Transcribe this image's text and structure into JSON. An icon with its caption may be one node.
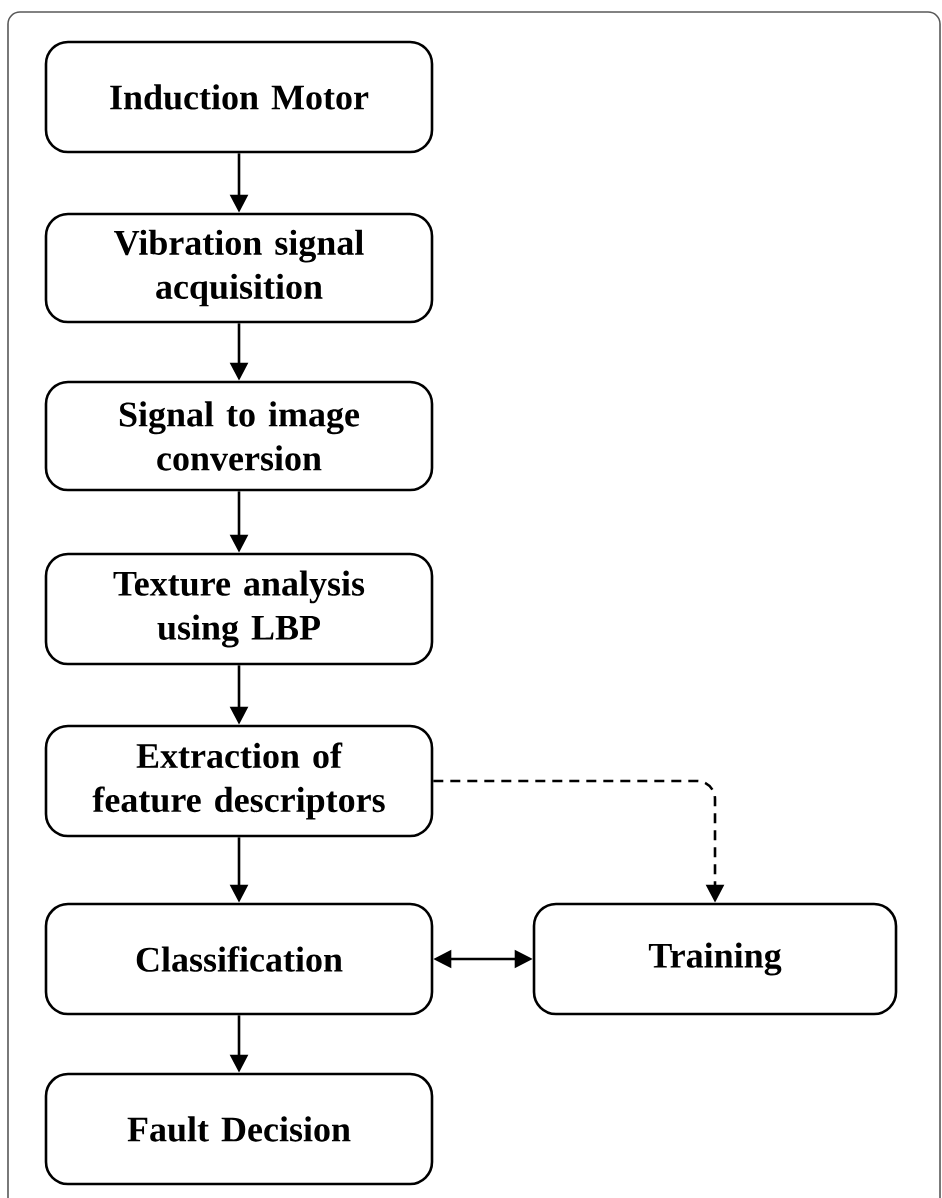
{
  "diagram": {
    "nodes": [
      {
        "text": [
          "Induction Motor"
        ]
      },
      {
        "text": [
          "Vibration signal acquisition"
        ]
      },
      {
        "text": [
          "Signal to image conversion"
        ]
      },
      {
        "text": [
          "Texture analysis using LBP"
        ]
      },
      {
        "text": [
          "Extraction of feature descriptors"
        ]
      },
      {
        "text": [
          "Classification"
        ]
      },
      {
        "text": [
          "Training"
        ]
      },
      {
        "text": [
          "Fault Decision"
        ]
      }
    ],
    "edges": [
      {
        "from": 0,
        "to": 1,
        "arrow": "to"
      },
      {
        "from": 1,
        "to": 2,
        "arrow": "to"
      },
      {
        "from": 2,
        "to": 3,
        "arrow": "to"
      },
      {
        "from": 3,
        "to": 4,
        "arrow": "to"
      },
      {
        "from": 4,
        "to": 6,
        "arrow": "to",
        "style": "dashed"
      },
      {
        "from": 4,
        "to": 5,
        "arrow": "to"
      },
      {
        "from": 5,
        "to": 6,
        "arrow": "both"
      },
      {
        "from": 5,
        "to": 7,
        "arrow": "to"
      }
    ]
  }
}
